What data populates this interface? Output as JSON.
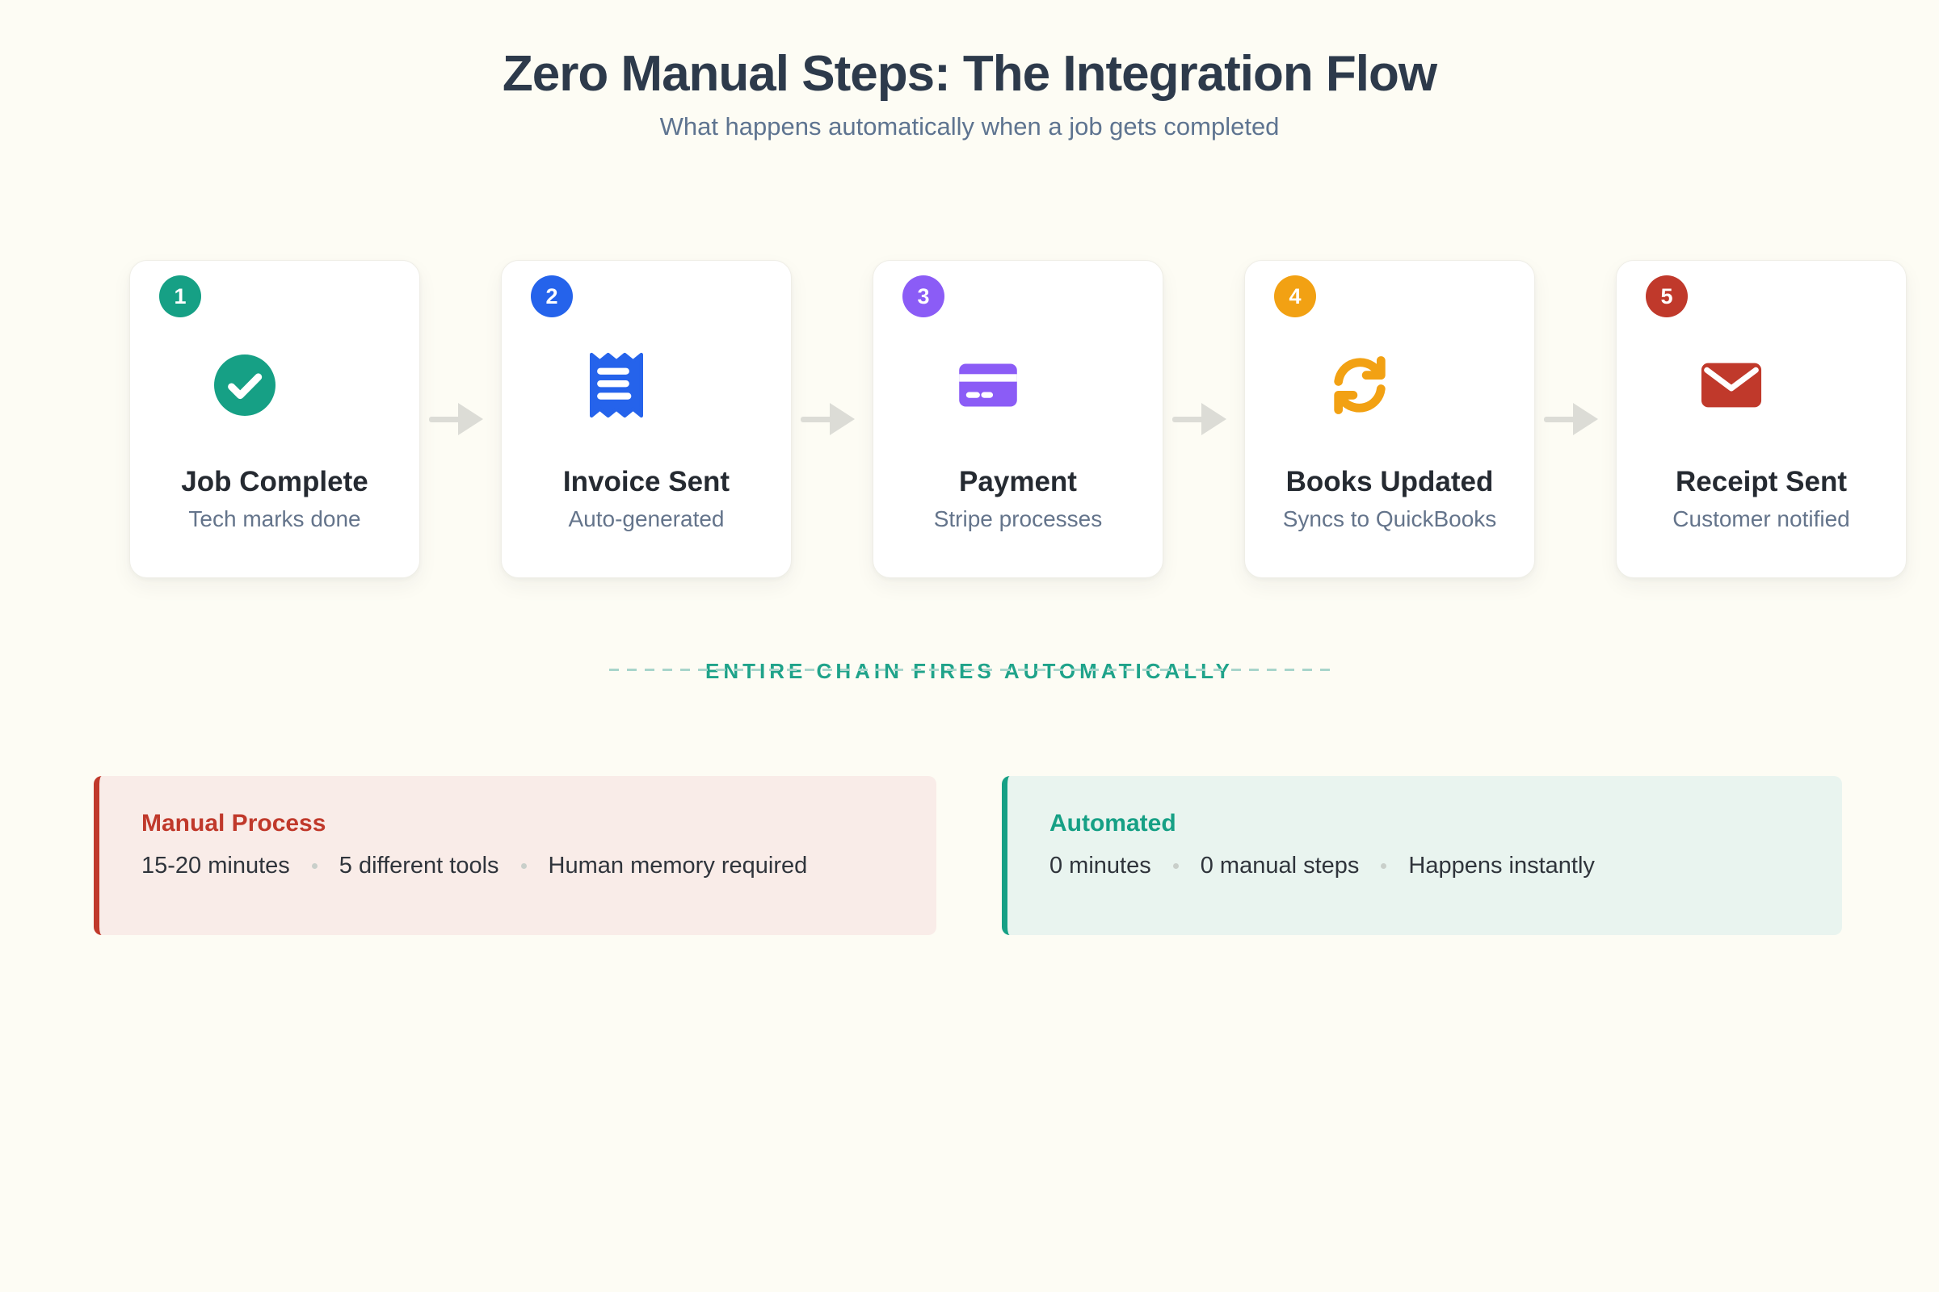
{
  "header": {
    "title": "Zero Manual Steps: The Integration Flow",
    "subtitle": "What happens automatically when a job gets completed"
  },
  "flow": {
    "steps": [
      {
        "number": "1",
        "title": "Job Complete",
        "subtitle": "Tech marks done",
        "icon": "check-circle-icon",
        "accent_color": "#16A085"
      },
      {
        "number": "2",
        "title": "Invoice Sent",
        "subtitle": "Auto-generated",
        "icon": "receipt-icon",
        "accent_color": "#2563EB"
      },
      {
        "number": "3",
        "title": "Payment",
        "subtitle": "Stripe processes",
        "icon": "credit-card-icon",
        "accent_color": "#8B5CF6"
      },
      {
        "number": "4",
        "title": "Books Updated",
        "subtitle": "Syncs to QuickBooks",
        "icon": "sync-icon",
        "accent_color": "#F2A113"
      },
      {
        "number": "5",
        "title": "Receipt Sent",
        "subtitle": "Customer notified",
        "icon": "envelope-icon",
        "accent_color": "#C0392B"
      }
    ],
    "divider_label": "ENTIRE CHAIN FIRES AUTOMATICALLY",
    "divider_color": "#1FA38A",
    "arrow_color": "#DCDCD6"
  },
  "comparison": {
    "manual": {
      "title": "Manual Process",
      "stats": [
        "15-20 minutes",
        "5 different tools",
        "Human memory required"
      ],
      "accent_color": "#C0392B",
      "background_color": "#F9ECE8"
    },
    "automated": {
      "title": "Automated",
      "stats": [
        "0 minutes",
        "0 manual steps",
        "Happens instantly"
      ],
      "accent_color": "#16A085",
      "background_color": "#E9F4EF"
    }
  }
}
